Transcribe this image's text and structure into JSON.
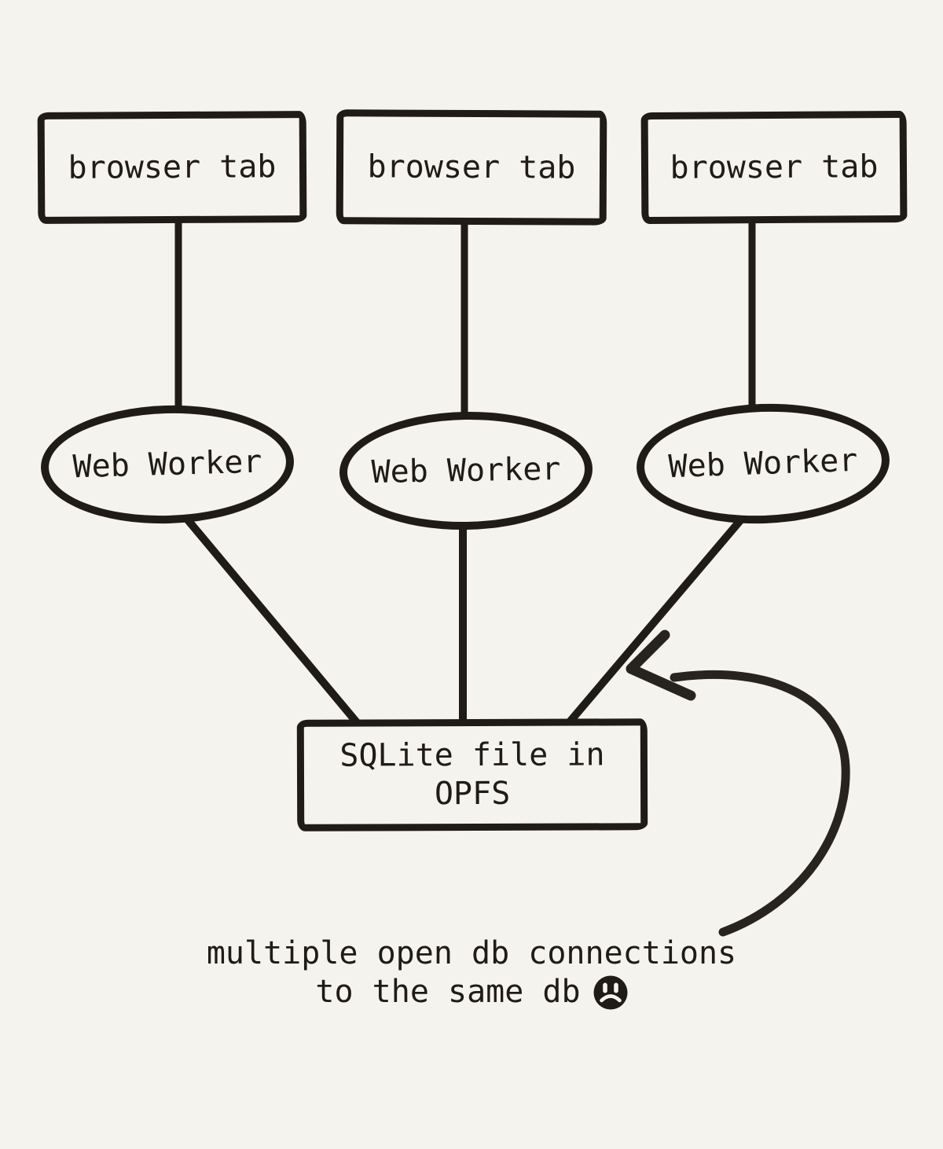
{
  "diagram": {
    "title": "sqlite-opfs-multi-connection-diagram",
    "colors": {
      "background": "#f5f3ee",
      "ink": "#1f1c17"
    },
    "tabs": [
      {
        "label": "browser tab"
      },
      {
        "label": "browser tab"
      },
      {
        "label": "browser tab"
      }
    ],
    "workers": [
      {
        "label": "Web Worker"
      },
      {
        "label": "Web Worker"
      },
      {
        "label": "Web Worker"
      }
    ],
    "db": {
      "label": "SQLite file in OPFS"
    },
    "caption": {
      "line1": "multiple open db connections",
      "line2": "to the same db",
      "emoji": "sad-face"
    }
  }
}
